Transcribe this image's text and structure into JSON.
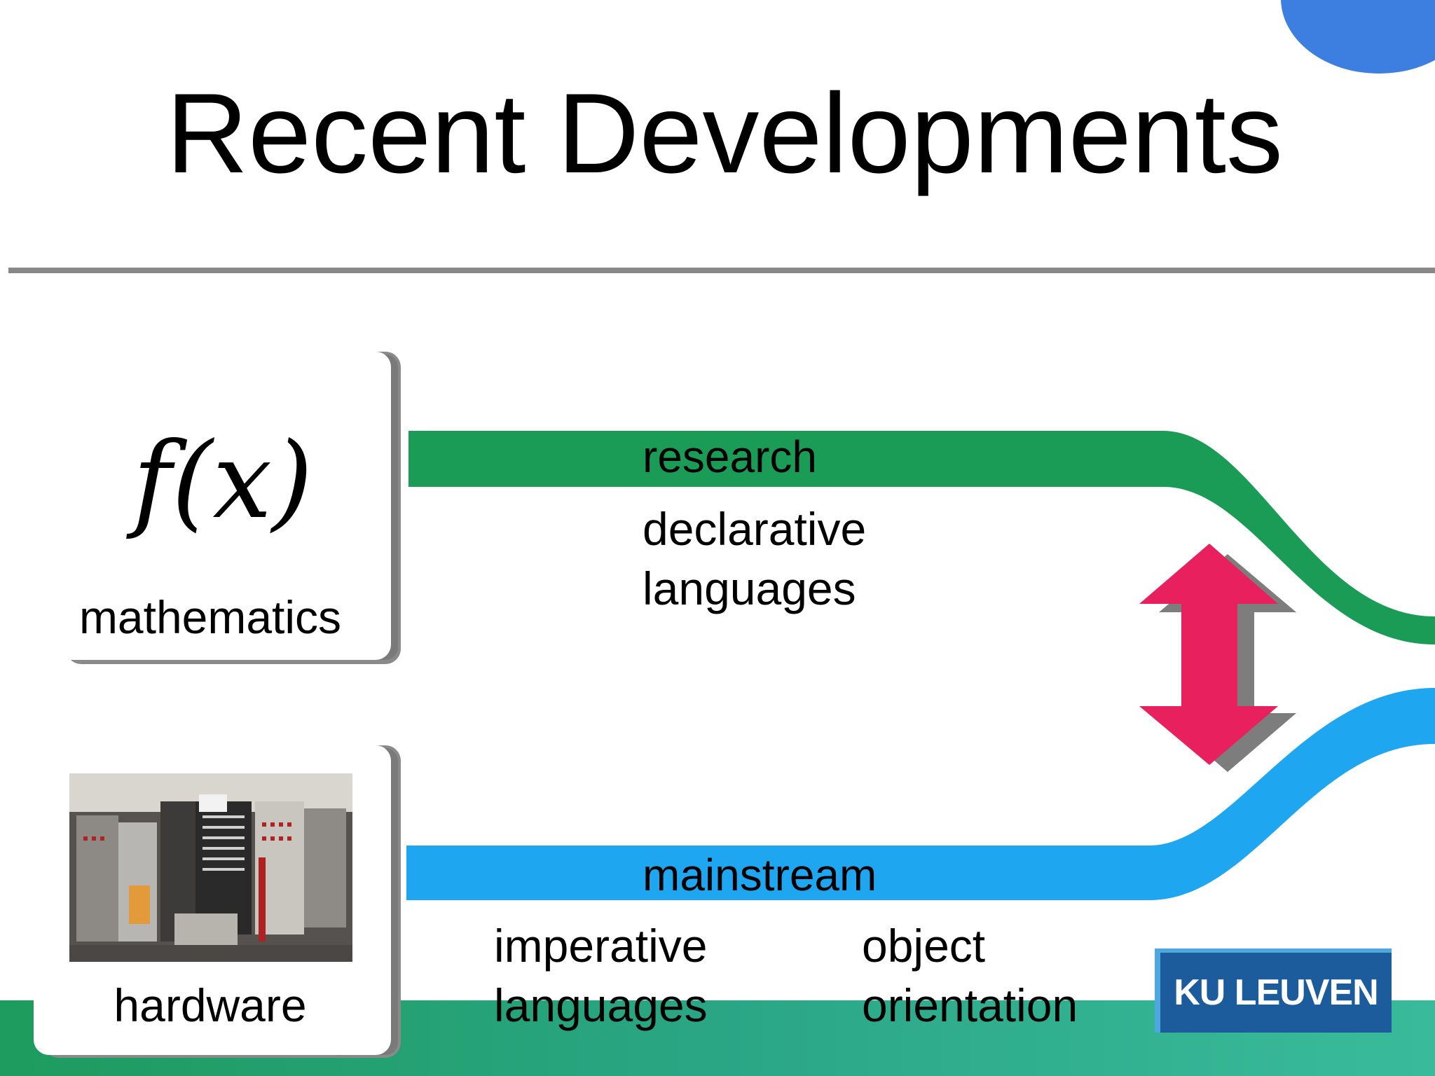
{
  "slide": {
    "title": "Recent Developments"
  },
  "cards": {
    "math_formula": "f(x)",
    "math_label": "mathematics",
    "hardware_label": "hardware"
  },
  "flows": {
    "research_label": "research",
    "research_sub": [
      "declarative",
      "languages"
    ],
    "mainstream_label": "mainstream",
    "mainstream_sub_left": [
      "imperative",
      "languages"
    ],
    "mainstream_sub_right": [
      "object",
      "orientation"
    ]
  },
  "logo": {
    "text": "KU LEUVEN"
  },
  "colors": {
    "research": "#1a9b56",
    "mainstream": "#1ea7f0",
    "arrow": "#e8205e",
    "accent_blob": "#3d7fe0",
    "logo_bg": "#1d5c9c"
  }
}
